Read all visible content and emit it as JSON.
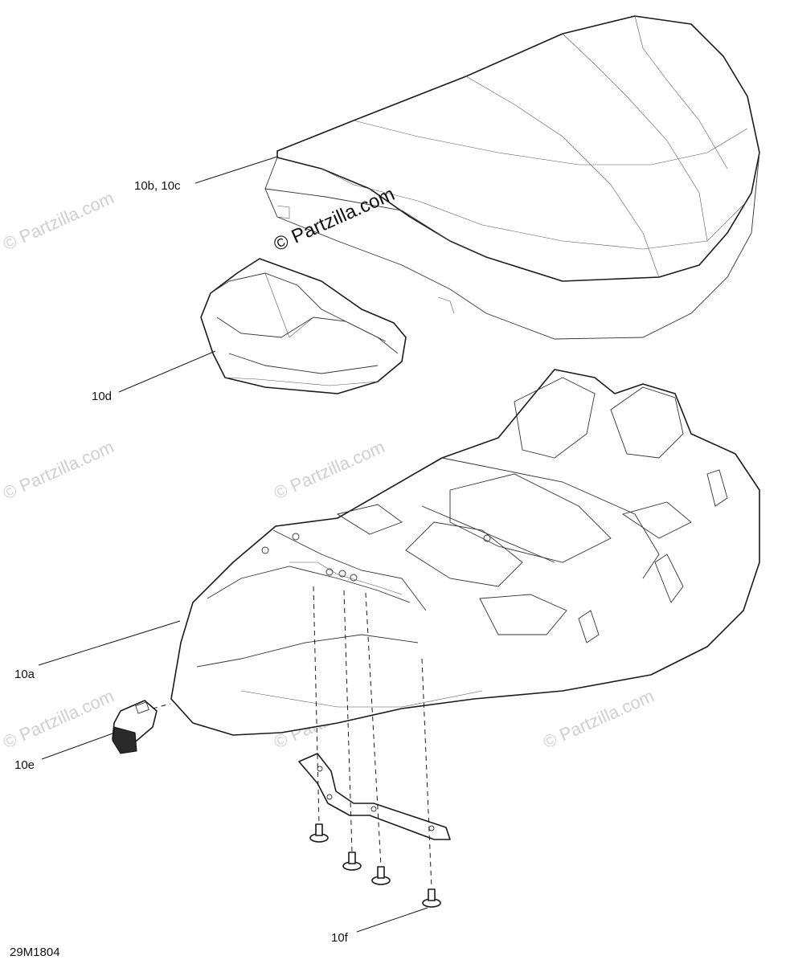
{
  "watermark": {
    "text": "© Partzilla.com",
    "main_text": "© Partzilla.com"
  },
  "callouts": {
    "seat": "10b, 10c",
    "rear_cover": "10d",
    "base": "10a",
    "latch": "10e",
    "fasteners": "10f"
  },
  "diagram_code": "29M1804"
}
